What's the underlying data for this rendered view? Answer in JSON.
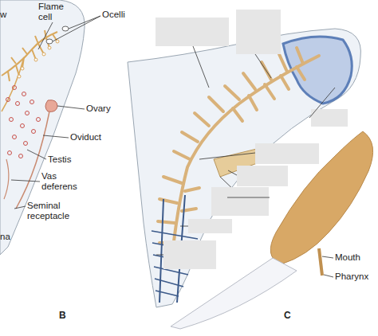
{
  "diagram": {
    "labels": [
      "w",
      "Flame cell",
      "Ocelli",
      "Ovary",
      "Oviduct",
      "Testis",
      "Vas deferens",
      "Seminal receptacle",
      "na",
      "B",
      "Mouth",
      "Pharynx",
      "C"
    ]
  }
}
